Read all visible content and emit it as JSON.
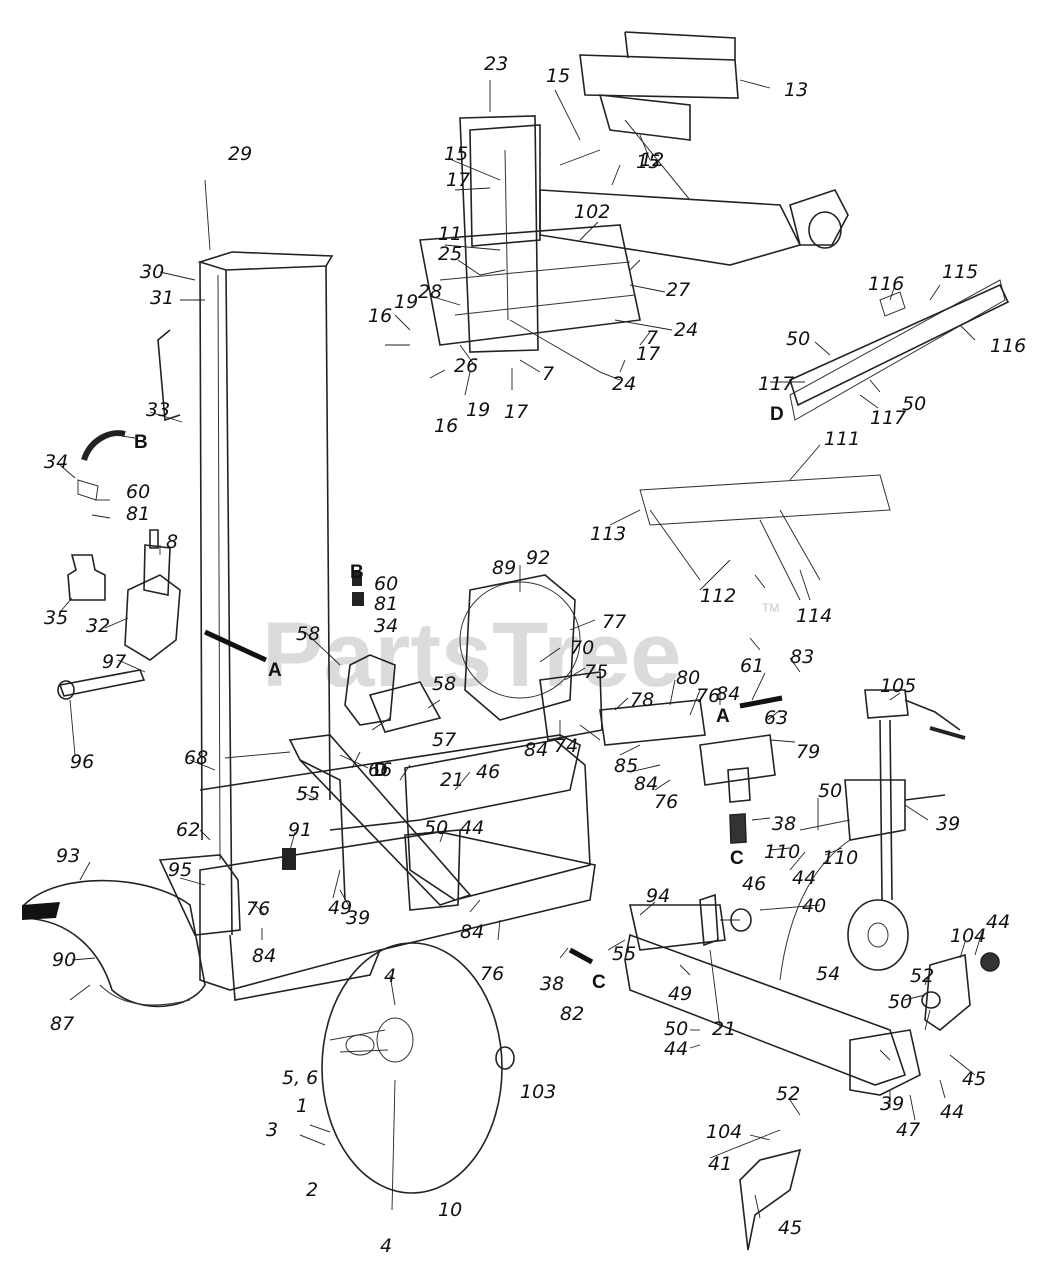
{
  "watermark": {
    "brand": "PartsTree",
    "trademark": "TM"
  },
  "callout_letters": [
    "A",
    "B",
    "C",
    "D"
  ],
  "part_numbers": [
    "1",
    "2",
    "3",
    "4",
    "5",
    "6",
    "7",
    "8",
    "10",
    "11",
    "12",
    "13",
    "15",
    "16",
    "17",
    "19",
    "21",
    "23",
    "24",
    "25",
    "26",
    "27",
    "28",
    "29",
    "30",
    "31",
    "32",
    "33",
    "34",
    "35",
    "38",
    "39",
    "40",
    "41",
    "44",
    "45",
    "46",
    "47",
    "49",
    "50",
    "52",
    "54",
    "55",
    "57",
    "58",
    "60",
    "61",
    "62",
    "63",
    "66",
    "68",
    "70",
    "74",
    "75",
    "76",
    "77",
    "78",
    "79",
    "80",
    "81",
    "82",
    "83",
    "84",
    "85",
    "87",
    "89",
    "90",
    "91",
    "92",
    "93",
    "94",
    "95",
    "96",
    "97",
    "102",
    "103",
    "104",
    "105",
    "110",
    "111",
    "112",
    "113",
    "114",
    "115",
    "116",
    "117"
  ]
}
